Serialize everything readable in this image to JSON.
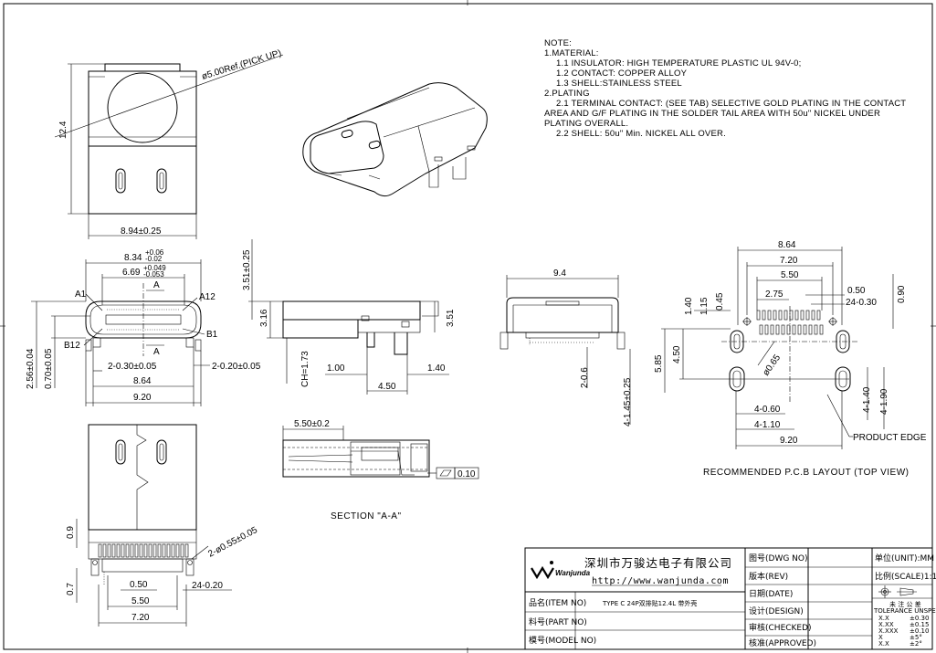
{
  "notes": {
    "lines": [
      "NOTE:",
      "1.MATERIAL:",
      "1.1  INSULATOR: HIGH TEMPERATURE PLASTIC UL 94V-0;",
      "1.2  CONTACT: COPPER ALLOY",
      "1.3  SHELL:STAINLESS STEEL",
      "2.PLATING",
      "2.1  TERMINAL CONTACT: (SEE TAB) SELECTIVE GOLD PLATING IN THE CONTACT",
      "AREA AND G/F PLATING IN THE SOLDER TAIL AREA WITH 50u\" NICKEL UNDER",
      "PLATING OVERALL.",
      "2.2  SHELL: 50u\" Min. NICKEL ALL OVER."
    ]
  },
  "top_view": {
    "pickup_label": "ø5.00Ref.(PICK UP)",
    "height_dim": "12.4",
    "width_dim": "8.94±0.25"
  },
  "front_view": {
    "shell_width": "8.34",
    "shell_tol_plus": "+0.06",
    "shell_tol_minus": "-0.02",
    "opening_width": "6.69",
    "opening_tol_plus": "+0.049",
    "opening_tol_minus": "-0.053",
    "section_mark": "A",
    "pin_a1": "A1",
    "pin_a12": "A12",
    "pin_b12": "B12",
    "pin_b1": "B1",
    "dim_height": "2.56±0.04",
    "dim_depth": "0.70±0.05",
    "dim_pin_width": "2-0.30±0.05",
    "dim_pin_right": "2-0.20±0.05",
    "dim_pitch": "8.64",
    "dim_total": "9.20"
  },
  "side_view": {
    "dim_top": "3.51±0.25",
    "dim_316": "3.16",
    "dim_351": "3.51",
    "dim_ch": "CH=1.73",
    "dim_100": "1.00",
    "dim_140": "1.40",
    "dim_450": "4.50"
  },
  "rear_view": {
    "dim_width": "9.4",
    "dim_pin": "2-0.6",
    "dim_tail": "4-1.45±0.25"
  },
  "pcb_layout": {
    "dim_864": "8.64",
    "dim_720": "7.20",
    "dim_550": "5.50",
    "dim_275": "2.75",
    "dim_050": "0.50",
    "dim_24_030": "24-0.30",
    "dim_090": "0.90",
    "dim_140": "1.40",
    "dim_115": "1.15",
    "dim_045": "0.45",
    "dim_450": "4.50",
    "dim_585": "5.85",
    "dim_065": "ø0.65",
    "dim_4_060": "4-0.60",
    "dim_4_110": "4-1.10",
    "dim_4_140": "4-1.40",
    "dim_4_190": "4-1.90",
    "dim_920": "9.20",
    "product_edge": "PRODUCT EDGE",
    "caption": "RECOMMENDED P.C.B LAYOUT (TOP VIEW)"
  },
  "section_view": {
    "dim_550": "5.50±0.2",
    "flatness": "0.10",
    "caption": "SECTION \"A-A\""
  },
  "bottom_view": {
    "dim_09": "0.9",
    "dim_holes": "2-ø0.55±0.05",
    "dim_07": "0.7",
    "dim_050": "0.50",
    "dim_550": "5.50",
    "dim_720": "7.20",
    "dim_24_020": "24-0.20"
  },
  "title_block": {
    "logo_text": "Wanjunda",
    "company_name": "深圳市万骏达电子有限公司",
    "website": "http://www.wanjunda.com",
    "item_label": "品名(ITEM NO)",
    "item_value": "TYPE C 24P双排贴12.4L 带外壳",
    "part_label": "料号(PART NO)",
    "model_label": "模号(MODEL NO)",
    "dwg_label": "图号(DWG NO)",
    "rev_label": "版本(REV)",
    "date_label": "日期(DATE)",
    "design_label": "设计(DESIGN)",
    "checked_label": "审核(CHECKED)",
    "approved_label": "核准(APPROVED)",
    "unit_label": "单位(UNIT):MM",
    "scale_label": "比例(SCALE)1:1",
    "tolerance_cn": "未 注 公 差",
    "tolerance_en": "TOLERANCE UNSPECIFIED",
    "tolerances": [
      {
        "k": "X.X",
        "v": "±0.30"
      },
      {
        "k": "X.XX",
        "v": "±0.15"
      },
      {
        "k": "X.XXX",
        "v": "±0.10"
      },
      {
        "k": "X",
        "v": "±5°"
      },
      {
        "k": "X.X",
        "v": "±2°"
      }
    ]
  }
}
